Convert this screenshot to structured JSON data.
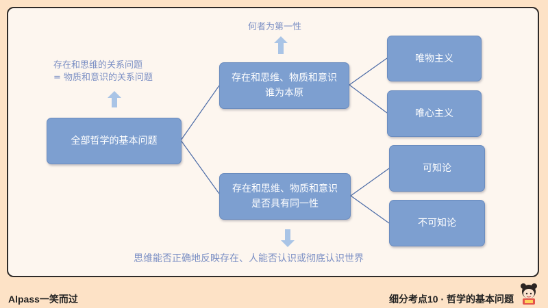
{
  "diagram": {
    "root": "全部哲学的基本问题",
    "root_note_line1": "存在和思维的关系问题",
    "root_note_line2": "= 物质和意识的关系问题",
    "branch1": {
      "line1": "存在和思维、物质和意识",
      "line2": "谁为本原",
      "note": "何者为第一性"
    },
    "branch2": {
      "line1": "存在和思维、物质和意识",
      "line2": "是否具有同一性",
      "note": "思维能否正确地反映存在、人能否认识或彻底认识世界"
    },
    "leaves": [
      "唯物主义",
      "唯心主义",
      "可知论",
      "不可知论"
    ]
  },
  "footer": {
    "left": "Alpass一笑而过",
    "right": "细分考点10 · 哲学的基本问题"
  },
  "colors": {
    "box": "#7d9fd0",
    "note_text": "#7b8fc4",
    "arrow": "#a9c4e6",
    "background": "#fde2c6"
  }
}
